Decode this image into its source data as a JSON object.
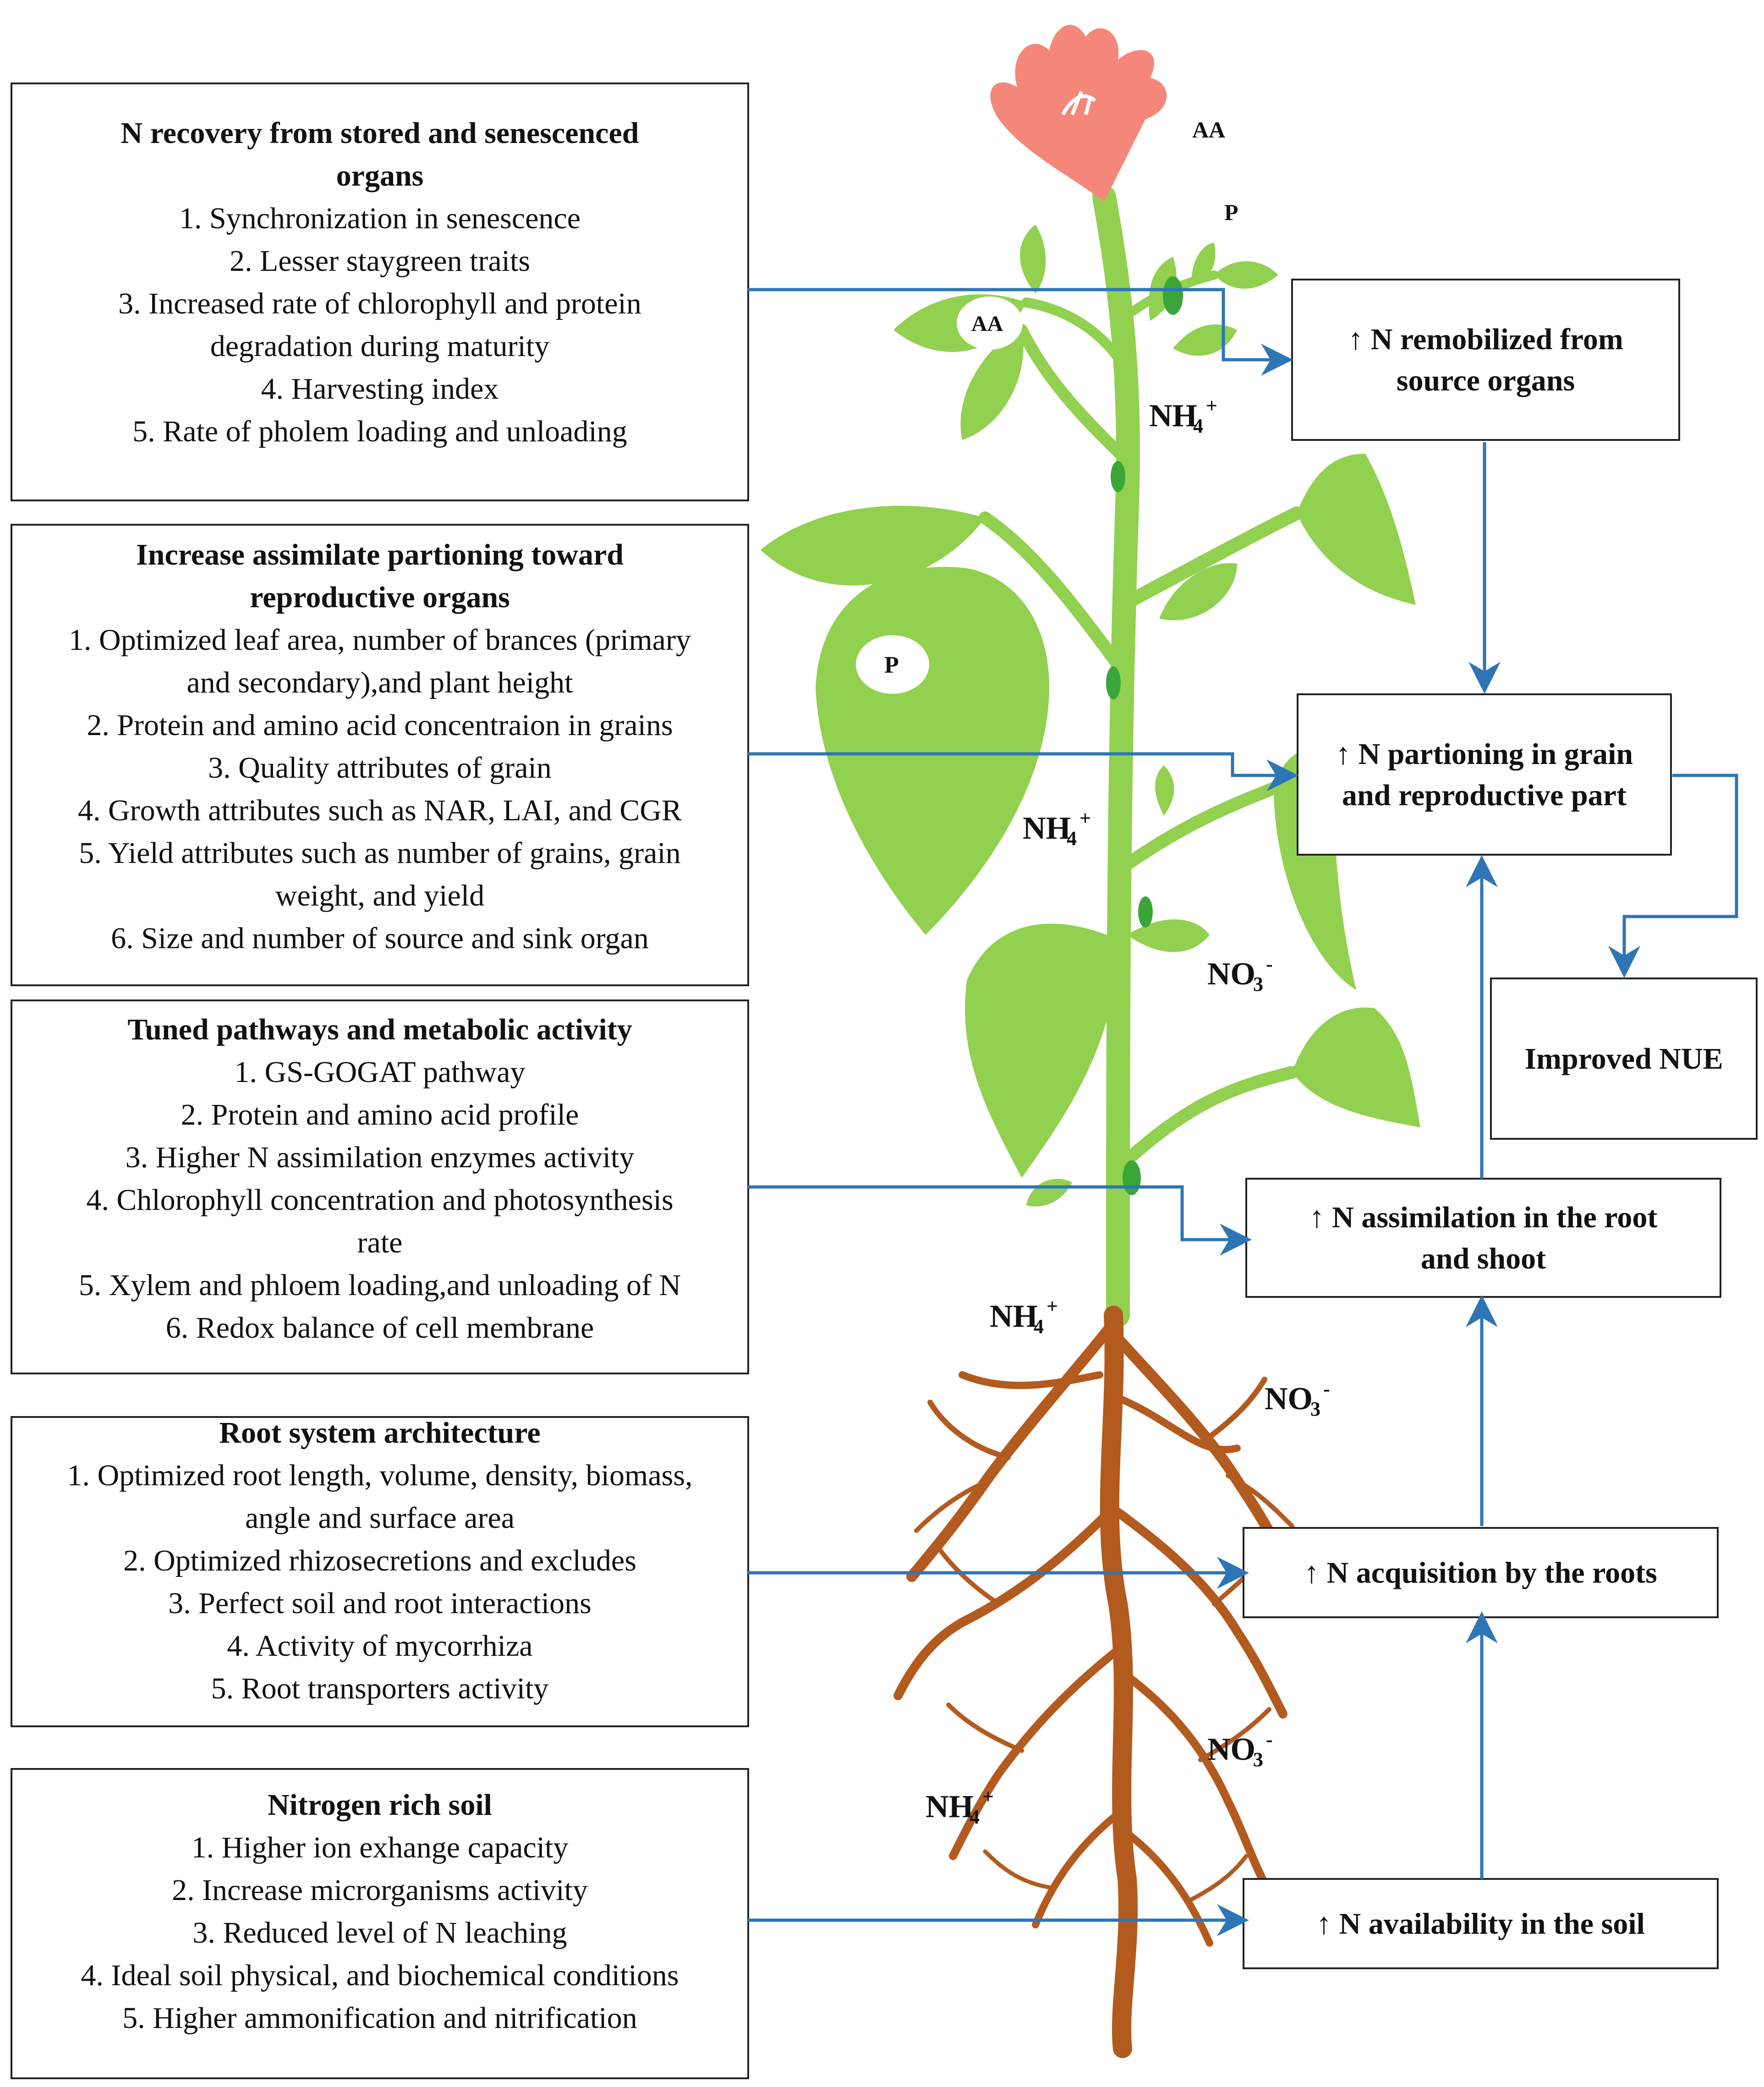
{
  "left_boxes": [
    {
      "title_lines": [
        "N recovery from stored and senescenced",
        "organs"
      ],
      "items": [
        [
          "1. Synchronization in senescence"
        ],
        [
          "2. Lesser staygreen traits"
        ],
        [
          "3. Increased rate of chlorophyll and protein",
          "degradation during maturity"
        ],
        [
          "4. Harvesting index"
        ],
        [
          "5. Rate of pholem loading and unloading"
        ]
      ]
    },
    {
      "title_lines": [
        "Increase assimilate partioning toward",
        "reproductive organs"
      ],
      "items": [
        [
          "1. Optimized leaf area, number of brances (primary",
          "and secondary),and plant height"
        ],
        [
          "2. Protein and amino acid concentraion in grains"
        ],
        [
          "3. Quality attributes of grain"
        ],
        [
          "4. Growth attributes such as NAR, LAI, and CGR"
        ],
        [
          "5. Yield attributes such as number of grains, grain",
          "weight, and yield"
        ],
        [
          "6. Size and number of source and sink organ"
        ]
      ]
    },
    {
      "title_lines": [
        "Tuned pathways and metabolic activity"
      ],
      "items": [
        [
          "1. GS-GOGAT pathway"
        ],
        [
          "2. Protein and amino acid profile"
        ],
        [
          "3. Higher N assimilation enzymes activity"
        ],
        [
          "4. Chlorophyll concentration and photosynthesis",
          "rate"
        ],
        [
          "5. Xylem and phloem loading,and unloading of N"
        ],
        [
          "6. Redox balance of cell membrane"
        ]
      ]
    },
    {
      "title_lines": [
        "Root system architecture"
      ],
      "items": [
        [
          "1. Optimized root length, volume, density, biomass,",
          "angle and surface area"
        ],
        [
          "2. Optimized rhizosecretions and excludes"
        ],
        [
          "3. Perfect soil and root interactions"
        ],
        [
          "4. Activity of mycorrhiza"
        ],
        [
          "5. Root transporters activity"
        ]
      ]
    },
    {
      "title_lines": [
        "Nitrogen rich soil"
      ],
      "items": [
        [
          "1. Higher ion exhange capacity"
        ],
        [
          "2. Increase microrganisms activity"
        ],
        [
          "3. Reduced level of N leaching"
        ],
        [
          "4. Ideal soil physical, and biochemical conditions"
        ],
        [
          "5. Higher ammonification and nitrification"
        ]
      ]
    }
  ],
  "right_boxes": [
    {
      "id": "remobilized",
      "lines": [
        "↑ N remobilized from",
        "source organs"
      ]
    },
    {
      "id": "partioning",
      "lines": [
        "↑ N partioning in grain",
        "and reproductive part"
      ]
    },
    {
      "id": "nue",
      "lines": [
        "Improved NUE"
      ]
    },
    {
      "id": "assimilation",
      "lines": [
        "↑ N assimilation in the root",
        "and shoot"
      ]
    },
    {
      "id": "acquisition",
      "lines": [
        "↑ N acquisition by the roots"
      ]
    },
    {
      "id": "availability",
      "lines": [
        "↑ N availability in the soil"
      ]
    }
  ],
  "plant_labels": {
    "aa": "AA",
    "p": "P",
    "nh4_base": "NH",
    "nh4_sub": "4",
    "nh4_sup": "+",
    "no3_base": "NO",
    "no3_sub": "3",
    "no3_sup": "-"
  },
  "colors": {
    "arrow": "#2e75b6",
    "leaf": "#92d050",
    "node": "#3aa63a",
    "flower": "#f4867a",
    "root": "#b35a1f"
  }
}
